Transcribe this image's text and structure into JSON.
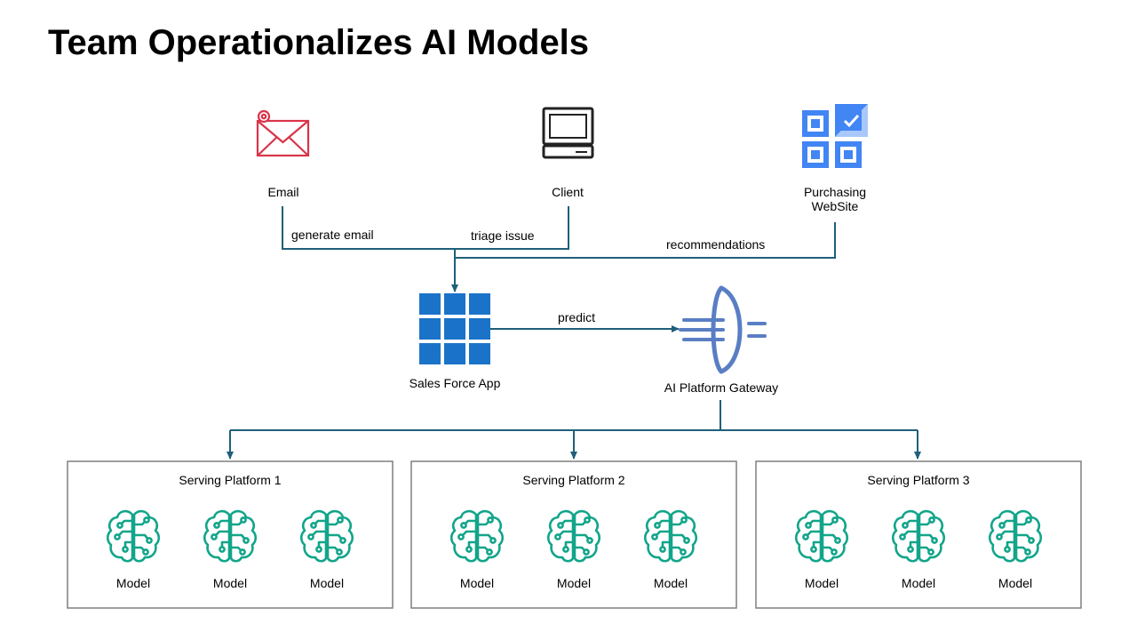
{
  "title": "Team Operationalizes AI Models",
  "colors": {
    "connector": "#1f5f7a",
    "email_icon": "#d9344a",
    "blue": "#1a73c8",
    "google_blue": "#4285f4",
    "google_light": "#a8c7fa",
    "gateway": "#5a7ec4",
    "model_icon": "#12a58a",
    "box_border": "#7f7f7f"
  },
  "sources": [
    {
      "label": [
        "Email"
      ],
      "icon": "email-icon"
    },
    {
      "label": [
        "Client"
      ],
      "icon": "computer-terminal-icon"
    },
    {
      "label": [
        "Purchasing",
        "WebSite"
      ],
      "icon": "purchasing-website-icon"
    }
  ],
  "edges": {
    "email": "generate email",
    "client": "triage issue",
    "website": "recommendations",
    "predict": "predict"
  },
  "app": {
    "label": "Sales Force App",
    "icon": "app-grid-icon"
  },
  "gateway": {
    "label": "AI Platform Gateway",
    "icon": "gateway-icon"
  },
  "platforms": [
    {
      "title": "Serving Platform 1",
      "models": [
        "Model",
        "Model",
        "Model"
      ]
    },
    {
      "title": "Serving Platform 2",
      "models": [
        "Model",
        "Model",
        "Model"
      ]
    },
    {
      "title": "Serving Platform 3",
      "models": [
        "Model",
        "Model",
        "Model"
      ]
    }
  ]
}
